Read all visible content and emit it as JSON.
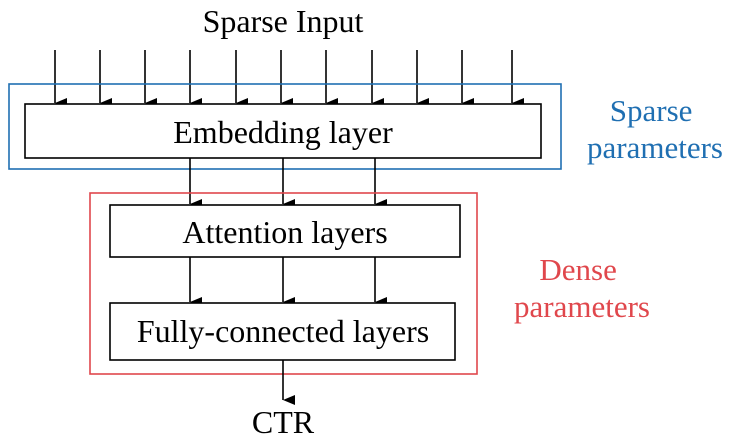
{
  "title": "Sparse Input",
  "output": "CTR",
  "layers": {
    "embedding": "Embedding layer",
    "attention": "Attention layers",
    "fully_connected": "Fully-connected layers"
  },
  "groups": {
    "sparse": {
      "line1": "Sparse",
      "line2": "parameters",
      "color": "#1f6fb2"
    },
    "dense": {
      "line1": "Dense",
      "line2": "parameters",
      "color": "#e0474c"
    }
  }
}
